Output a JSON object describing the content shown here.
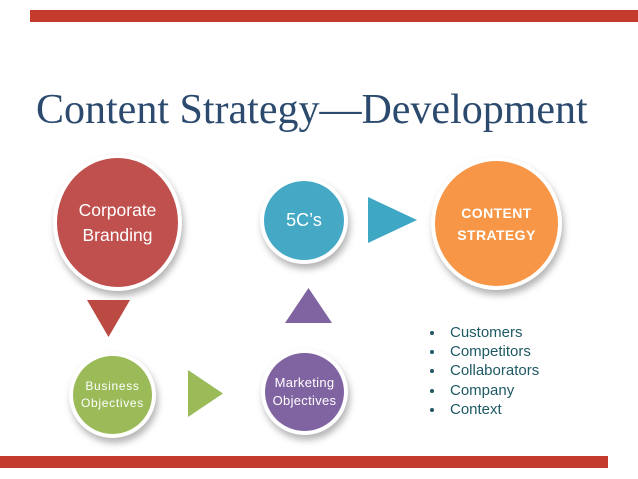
{
  "slide": {
    "title": "Content Strategy—Development",
    "colors": {
      "accent_bar": "#c43a2c",
      "title_text": "#2b4a6e",
      "node_red": "#c0504d",
      "node_teal": "#45a9c6",
      "node_orange": "#f79646",
      "node_green": "#9bbb59",
      "node_purple": "#8064a2",
      "bullet_text": "#1e5964"
    }
  },
  "diagram": {
    "corporate_branding": {
      "line1": "Corporate",
      "line2": "Branding"
    },
    "five_cs": {
      "label": "5C’s"
    },
    "content_strategy": {
      "line1": "CONTENT",
      "line2": "STRATEGY"
    },
    "business_objectives": {
      "line1": "Business",
      "line2": "Objectives"
    },
    "marketing_objectives": {
      "line1": "Marketing",
      "line2": "Objectives"
    },
    "arrows": [
      "red-down-arrow",
      "green-right-arrow",
      "purple-up-arrow",
      "teal-right-arrow"
    ]
  },
  "bullets": {
    "items": [
      "Customers",
      "Competitors",
      "Collaborators",
      "Company",
      "Context"
    ]
  }
}
